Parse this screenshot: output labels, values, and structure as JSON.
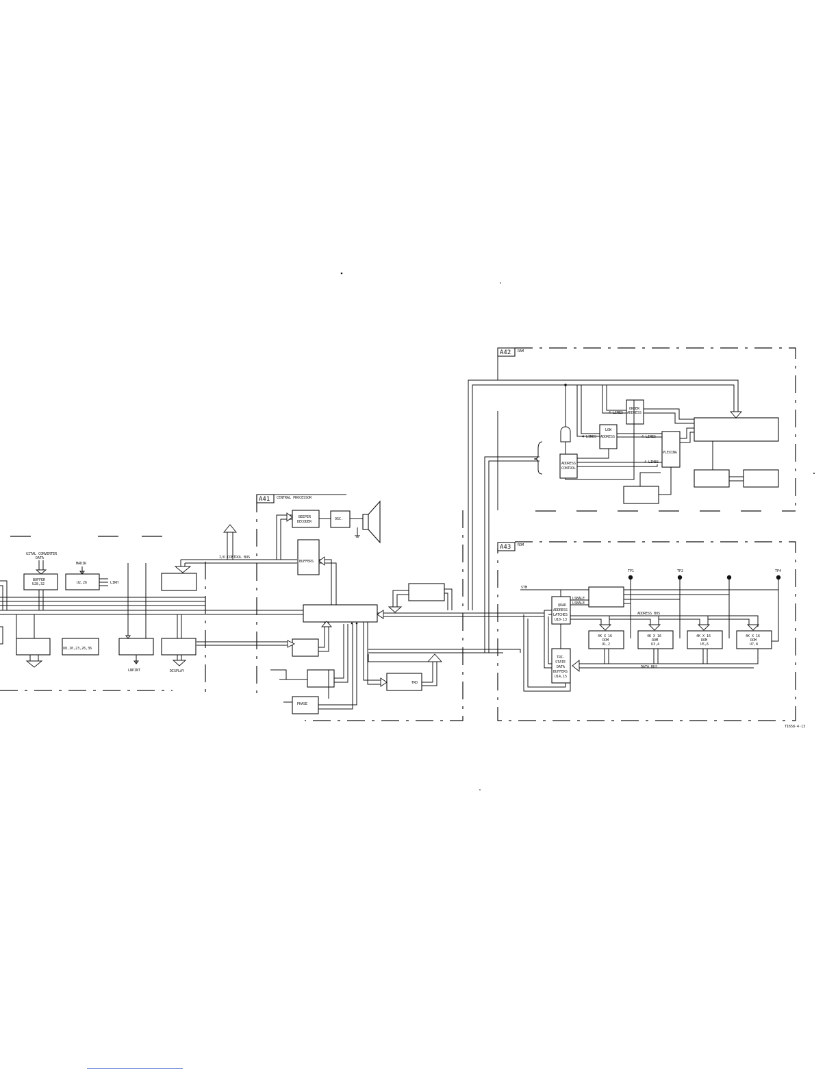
{
  "sections": {
    "a41": {
      "tag": "A41",
      "name": "CENTRAL PROCESSOR"
    },
    "a42": {
      "tag": "A42",
      "name": "RAM"
    },
    "a43": {
      "tag": "A43",
      "name": "ROM"
    }
  },
  "left": {
    "converter_data_1": "GITAL CONVERTER",
    "converter_data_2": "DATA",
    "madir": "MADIR",
    "buffer_1": "BUFFER",
    "buffer_2": "U28,32",
    "u226": "U2,26",
    "lirh": "LIRH",
    "u_list": "U8,10,23,26,36",
    "lnpint": "LNPINT",
    "display": "DISPLAY"
  },
  "cpu": {
    "io_bus": "I/O CONTROL BUS",
    "beeper_1": "BEEPER",
    "beeper_2": "DECODER",
    "osc": "OSC.",
    "buffers": "BUFFERS",
    "trd": "TRD",
    "phase": "PHASE"
  },
  "ram": {
    "order_1": "ORDER",
    "order_2": "ADDRESS",
    "low_1": "LOW",
    "low_2": "ADDRESS",
    "addr_ctl_1": "ADDRESS",
    "addr_ctl_2": "CONTROL",
    "plexing": "PLEXING",
    "lines_a": "4 LINES",
    "lines_b": "4 LINES",
    "lines_c": "4 LINES",
    "lines_d": "4 LINES"
  },
  "rom": {
    "stm": "STM",
    "tp1": "TP1",
    "tp2": "TP2",
    "tp4": "TP4",
    "quad_1": "QUAD",
    "quad_2": "ADDRESS",
    "quad_3": "LATCHES",
    "quad_4": "U10-13",
    "lsb_1": "LSBALE",
    "lsb_2": "LSBALE",
    "address_bus": "ADDRESS BUS",
    "data_bus": "DATA BUS",
    "rom1_1": "4K X 16",
    "rom1_2": "ROM",
    "rom1_3": "U1,2",
    "rom2_1": "4K X 16",
    "rom2_2": "ROM",
    "rom2_3": "U3,4",
    "rom3_1": "4K X 16",
    "rom3_2": "ROM",
    "rom3_3": "U5,6",
    "rom4_1": "4K X 16",
    "rom4_2": "ROM",
    "rom4_3": "U7,8",
    "tri_1": "TRI-",
    "tri_2": "STATE",
    "tri_3": "DATA",
    "tri_4": "BUFFERS",
    "tri_5": "U14,15"
  },
  "figure_id": "TI658-4-13"
}
